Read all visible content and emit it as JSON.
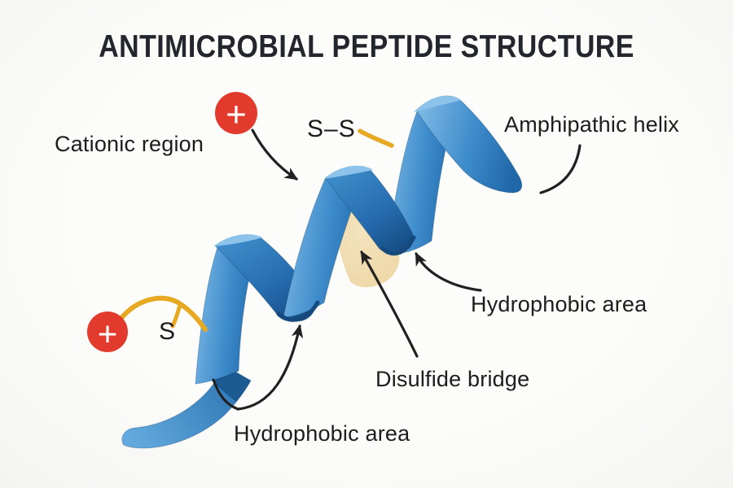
{
  "title": "ANTIMICROBIAL PEPTIDE STRUCTURE",
  "labels": {
    "cationic_region": "Cationic region",
    "disulfide_pair": "S–S",
    "amphipathic_helix": "Amphipathic helix",
    "hydrophobic_area_right": "Hydrophobic area",
    "disulfide_bridge": "Disulfide bridge",
    "hydrophobic_area_bottom": "Hydrophobic area",
    "sulfur": "S",
    "positive_charge": "+"
  },
  "colors": {
    "ribbon_light": "#7db9e6",
    "ribbon_mid": "#2e7cc0",
    "ribbon_dark": "#164e85",
    "hydrophobic_patch": "#f1ddb3",
    "charge_red": "#e23b2e",
    "bond_yellow": "#e7a922",
    "annotation_black": "#212121",
    "text": "#1d1d1d",
    "background": "#fafaf8"
  }
}
